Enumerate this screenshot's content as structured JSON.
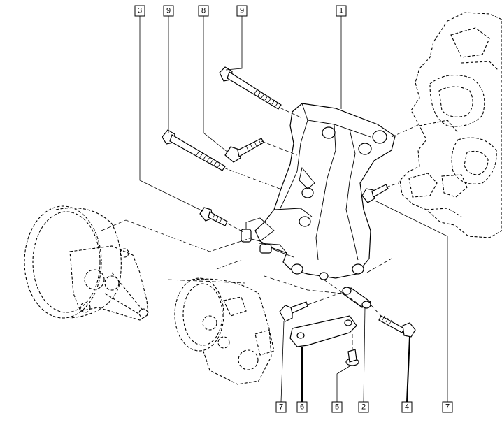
{
  "callouts": [
    {
      "id": "c1",
      "label": "3"
    },
    {
      "id": "c2",
      "label": "9"
    },
    {
      "id": "c3",
      "label": "8"
    },
    {
      "id": "c4",
      "label": "9"
    },
    {
      "id": "c5",
      "label": "1"
    },
    {
      "id": "c6",
      "label": "7"
    },
    {
      "id": "c7",
      "label": "6"
    },
    {
      "id": "c8",
      "label": "5"
    },
    {
      "id": "c9",
      "label": "2"
    },
    {
      "id": "c10",
      "label": "4"
    },
    {
      "id": "c11",
      "label": "7"
    }
  ]
}
